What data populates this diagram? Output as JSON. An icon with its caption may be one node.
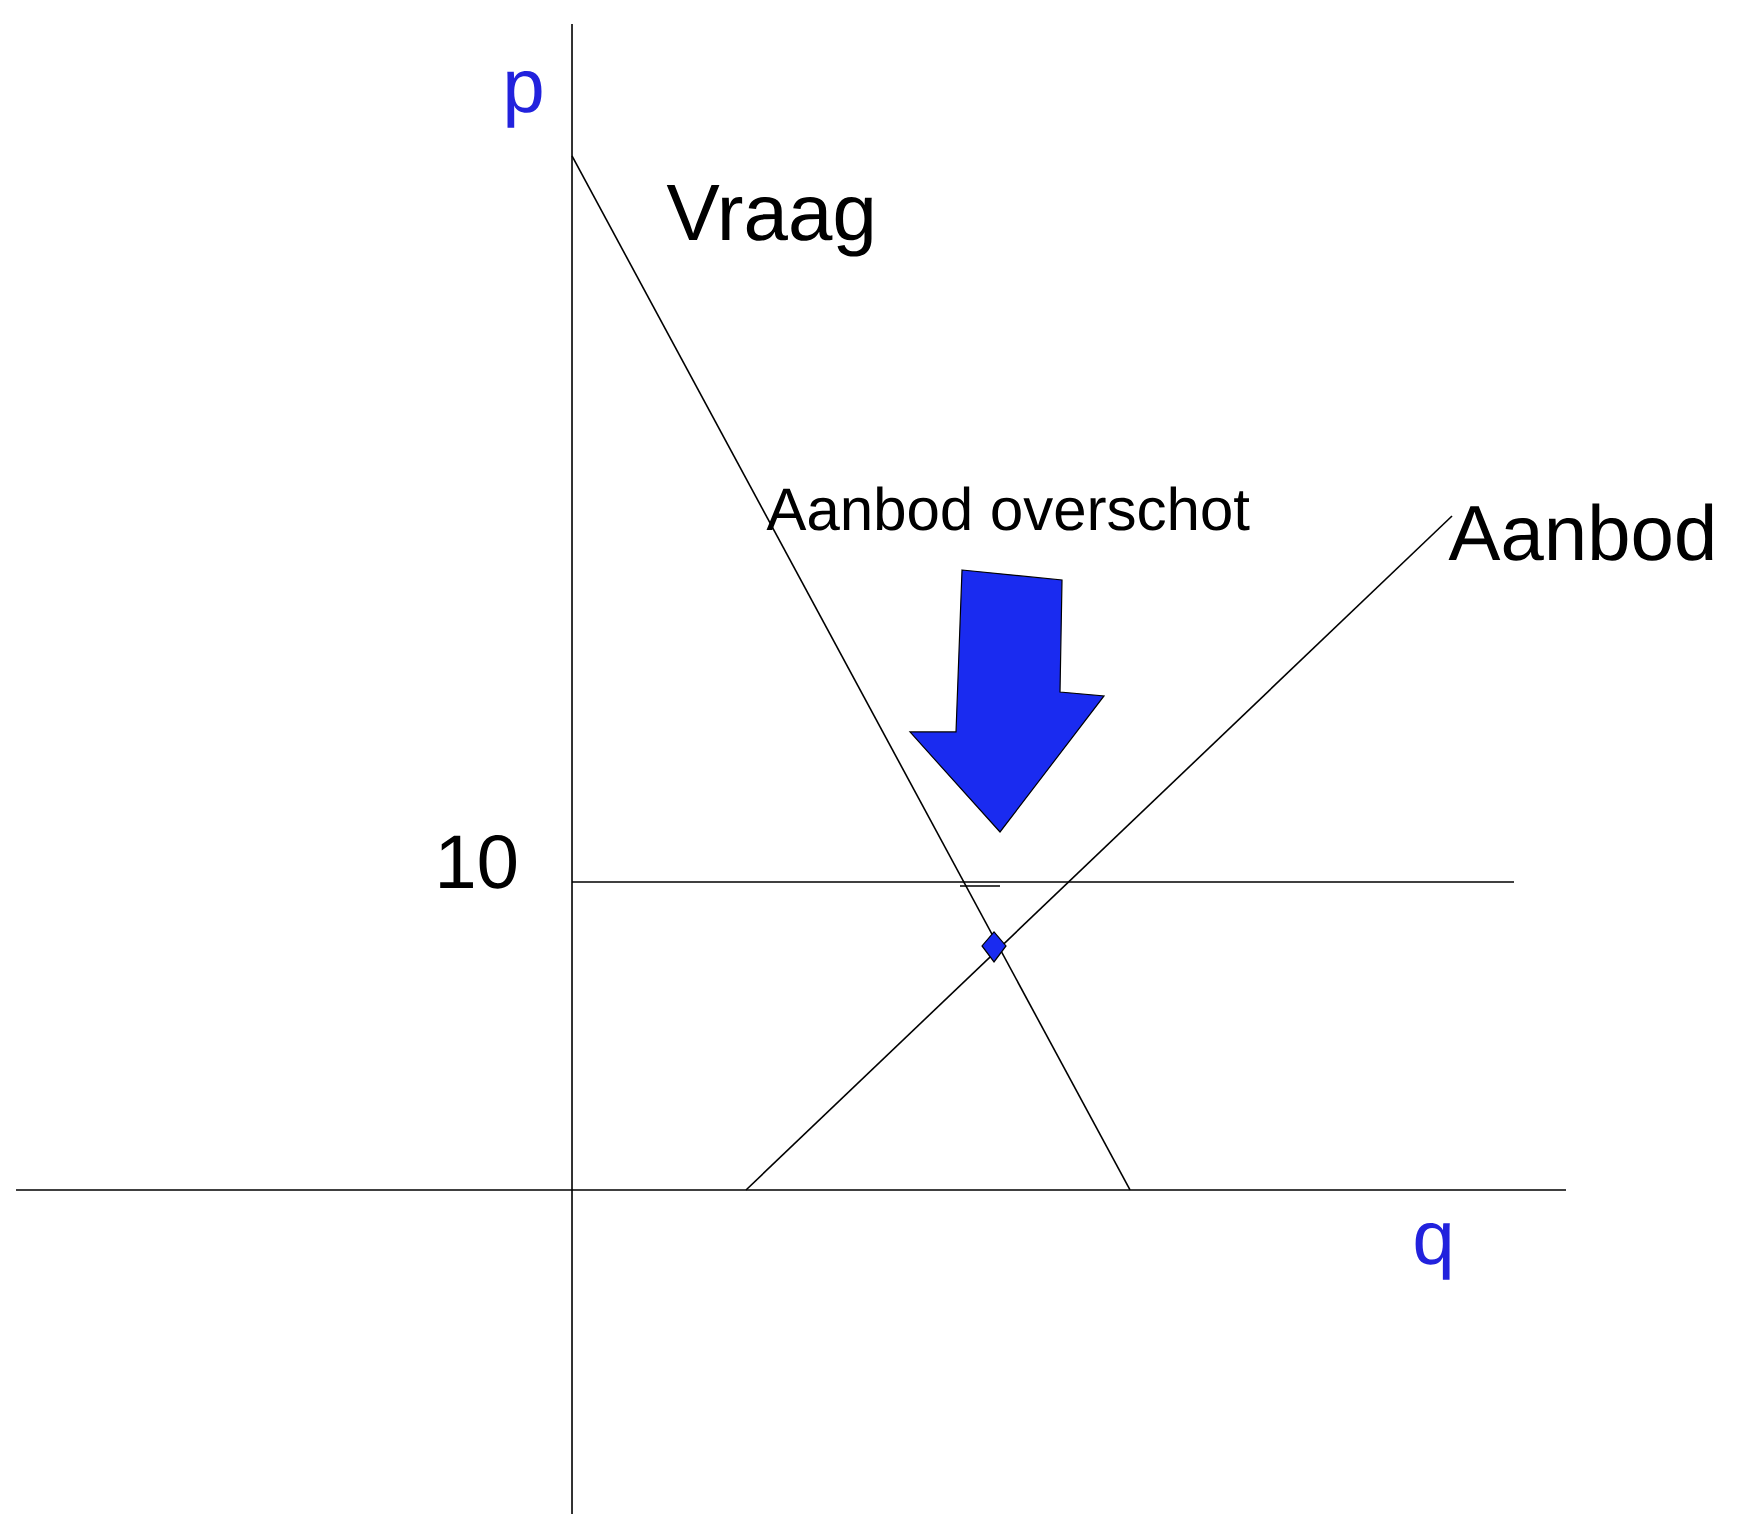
{
  "diagram": {
    "labels": [
      "p",
      "Vraag",
      "Aanbod overschot",
      "Aanbod",
      "10",
      "q"
    ]
  }
}
